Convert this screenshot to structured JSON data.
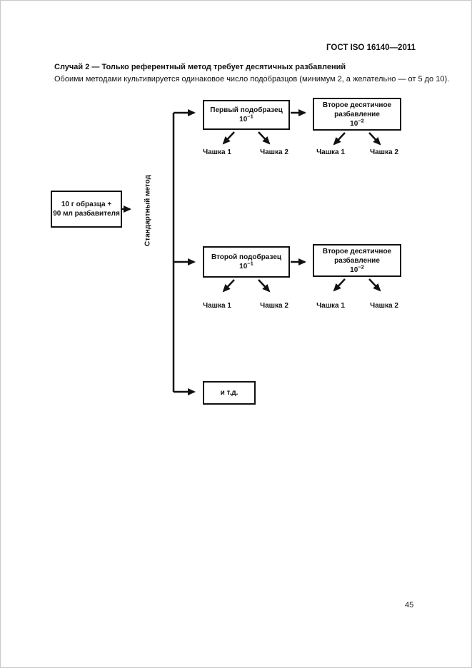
{
  "page": {
    "header": "ГОСТ ISO 16140—2011",
    "case_title": "Случай 2 — Только референтный метод требует десятичных разбавлений",
    "case_subtitle": "Обоими методами культивируется одинаковое число подобразцов (минимум 2, а желательно — от 5 до 10).",
    "page_number": "45"
  },
  "diagram": {
    "source_box": {
      "line1": "10 г образца +",
      "line2": "90 мл разбавителя"
    },
    "method_label": "Стандартный метод",
    "rows": [
      {
        "subsample_box": {
          "title": "Первый подобразец",
          "dilution_base": "10",
          "dilution_exp": "−1"
        },
        "dilution_box": {
          "line1": "Второе десятичное",
          "line2": "разбавление",
          "dilution_base": "10",
          "dilution_exp": "−2"
        },
        "plates": [
          "Чашка 1",
          "Чашка 2",
          "Чашка 1",
          "Чашка 2"
        ]
      },
      {
        "subsample_box": {
          "title": "Второй подобразец",
          "dilution_base": "10",
          "dilution_exp": "−1"
        },
        "dilution_box": {
          "line1": "Второе десятичное",
          "line2": "разбавление",
          "dilution_base": "10",
          "dilution_exp": "−2"
        },
        "plates": [
          "Чашка 1",
          "Чашка 2",
          "Чашка 1",
          "Чашка 2"
        ]
      }
    ],
    "etc_label": "и т.д."
  },
  "colors": {
    "line": "#111111",
    "page_bg": "#ffffff"
  }
}
